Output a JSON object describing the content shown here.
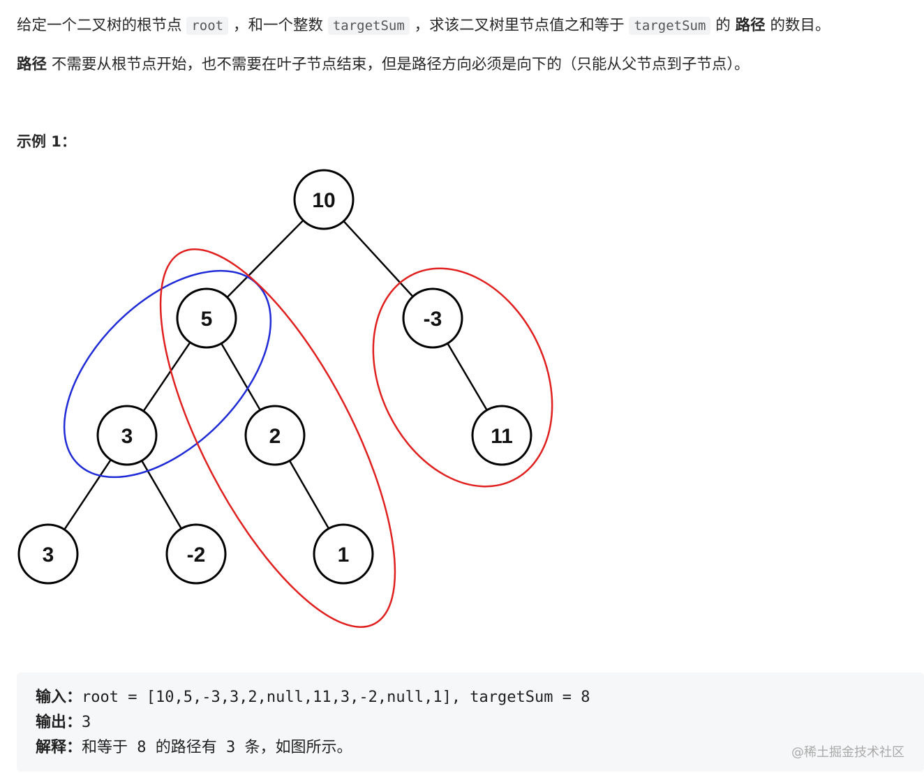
{
  "desc": {
    "p1_a": "给定一个二叉树的根节点",
    "p1_code_root": "root",
    "p1_b": "，和一个整数",
    "p1_code_target": "targetSum",
    "p1_c": "，求该二叉树里节点值之和等于",
    "p1_code_target2": "targetSum",
    "p1_d": "的",
    "p1_bold": "路径",
    "p1_e": "的数目。",
    "p2_bold": "路径",
    "p2_text": "不需要从根节点开始，也不需要在叶子节点结束，但是路径方向必须是向下的（只能从父节点到子节点）。"
  },
  "example": {
    "title": "示例 1：",
    "input_label": "输入：",
    "input_value": "root = [10,5,-3,3,2,null,11,3,-2,null,1], targetSum = 8",
    "output_label": "输出：",
    "output_value": "3",
    "explain_label": "解释：",
    "explain_value": "和等于 8 的路径有 3 条，如图所示。"
  },
  "tree": {
    "nodes": [
      {
        "id": "n10",
        "label": "10"
      },
      {
        "id": "n5",
        "label": "5"
      },
      {
        "id": "nm3",
        "label": "-3"
      },
      {
        "id": "n3a",
        "label": "3"
      },
      {
        "id": "n2",
        "label": "2"
      },
      {
        "id": "n11",
        "label": "11"
      },
      {
        "id": "n3b",
        "label": "3"
      },
      {
        "id": "nm2",
        "label": "-2"
      },
      {
        "id": "n1",
        "label": "1"
      }
    ],
    "edges": [
      [
        "n10",
        "n5"
      ],
      [
        "n10",
        "nm3"
      ],
      [
        "n5",
        "n3a"
      ],
      [
        "n5",
        "n2"
      ],
      [
        "nm3",
        "n11"
      ],
      [
        "n3a",
        "n3b"
      ],
      [
        "n3a",
        "nm2"
      ],
      [
        "n2",
        "n1"
      ]
    ],
    "highlight_colors": {
      "red": "#e0201e",
      "blue": "#1f2bd6"
    }
  },
  "watermark": "@稀土掘金技术社区"
}
